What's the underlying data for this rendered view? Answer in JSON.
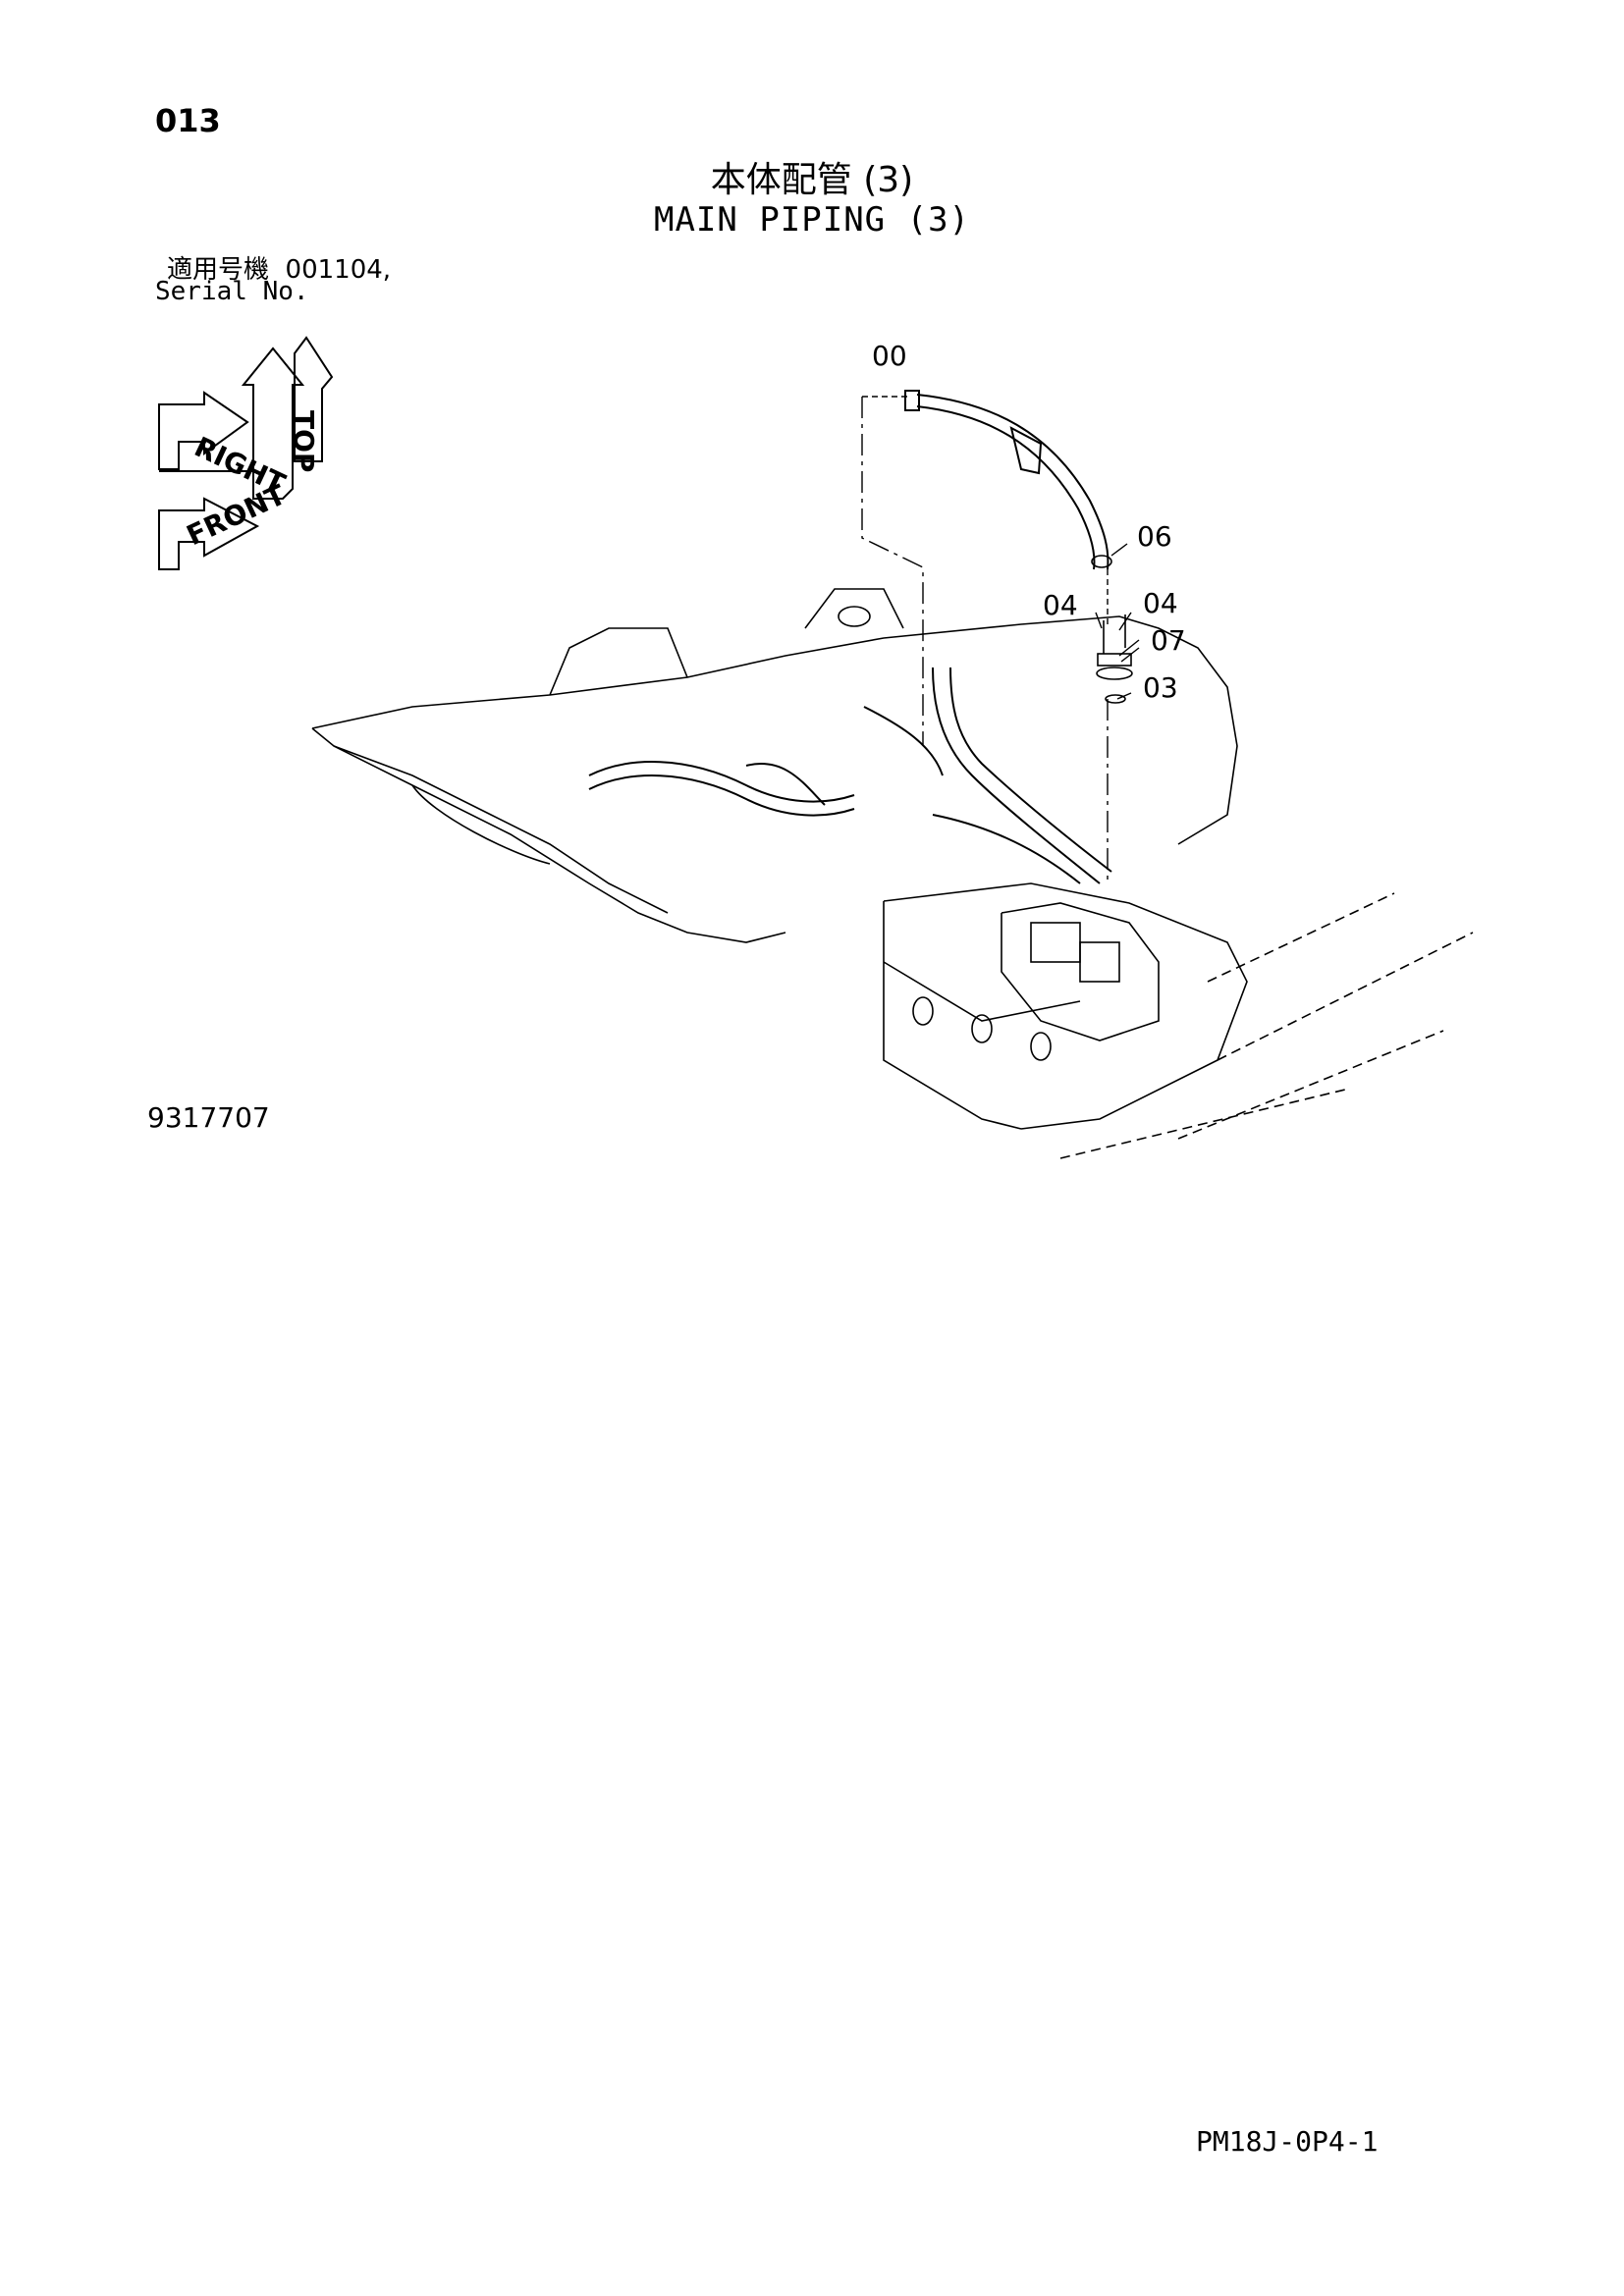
{
  "header": {
    "page_no": "013",
    "title_jp": "本体配管 (3)",
    "title_en": "MAIN PIPING (3)",
    "serial_label_jp": "適用号機",
    "serial_value": "001104,",
    "serial_label_en": "Serial No."
  },
  "direction_indicator": {
    "top": "TOP",
    "right": "RIGHT",
    "front": "FRONT"
  },
  "callouts": [
    "00",
    "06",
    "04",
    "04",
    "07",
    "03"
  ],
  "footer": {
    "drawing_no": "9317707",
    "doc_code": "PM18J-0P4-1"
  }
}
